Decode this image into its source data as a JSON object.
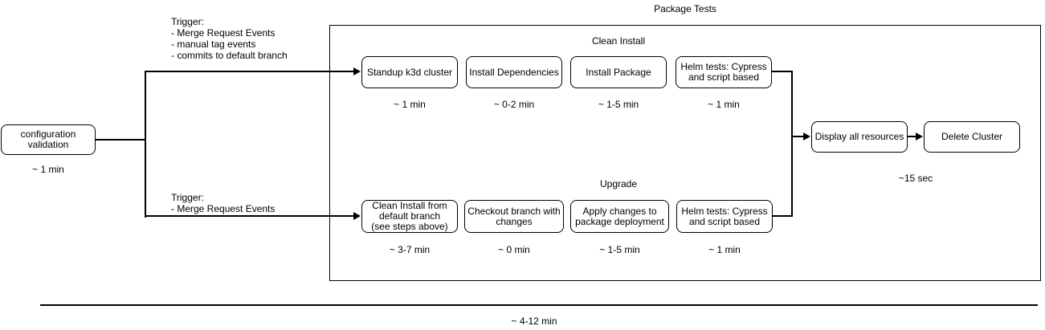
{
  "diagram": {
    "title": "Package Tests",
    "colors": {
      "background": "#ffffff",
      "line": "#000000",
      "box_border": "#000000",
      "box_fill": "#ffffff",
      "text": "#000000"
    },
    "config": {
      "label": [
        "configuration",
        "validation"
      ],
      "duration": "~ 1 min"
    },
    "trigger_top": [
      "Trigger:",
      "- Merge Request Events",
      "- manual tag events",
      "- commits to default branch"
    ],
    "trigger_bottom": [
      "Trigger:",
      "- Merge Request Events"
    ],
    "clean_install": {
      "title": "Clean Install",
      "steps": [
        {
          "label": "Standup k3d cluster",
          "duration": "~ 1 min"
        },
        {
          "label": "Install Dependencies",
          "duration": "~ 0-2 min"
        },
        {
          "label": "Install Package",
          "duration": "~ 1-5 min"
        },
        {
          "label": [
            "Helm tests: Cypress",
            "and script based"
          ],
          "duration": "~ 1 min"
        }
      ]
    },
    "upgrade": {
      "title": "Upgrade",
      "steps": [
        {
          "label": [
            "Clean Install from",
            "default branch",
            "(see steps above)"
          ],
          "duration": "~ 3-7 min"
        },
        {
          "label": [
            "Checkout branch with",
            "changes"
          ],
          "duration": "~ 0 min"
        },
        {
          "label": [
            "Apply changes to",
            "package deployment"
          ],
          "duration": "~ 1-5 min"
        },
        {
          "label": [
            "Helm tests: Cypress",
            "and script based"
          ],
          "duration": "~ 1 min"
        }
      ]
    },
    "finish": {
      "steps": [
        {
          "label": "Display all resources"
        },
        {
          "label": "Delete Cluster"
        }
      ],
      "duration": "~15 sec"
    },
    "total": "~ 4-12 min"
  }
}
